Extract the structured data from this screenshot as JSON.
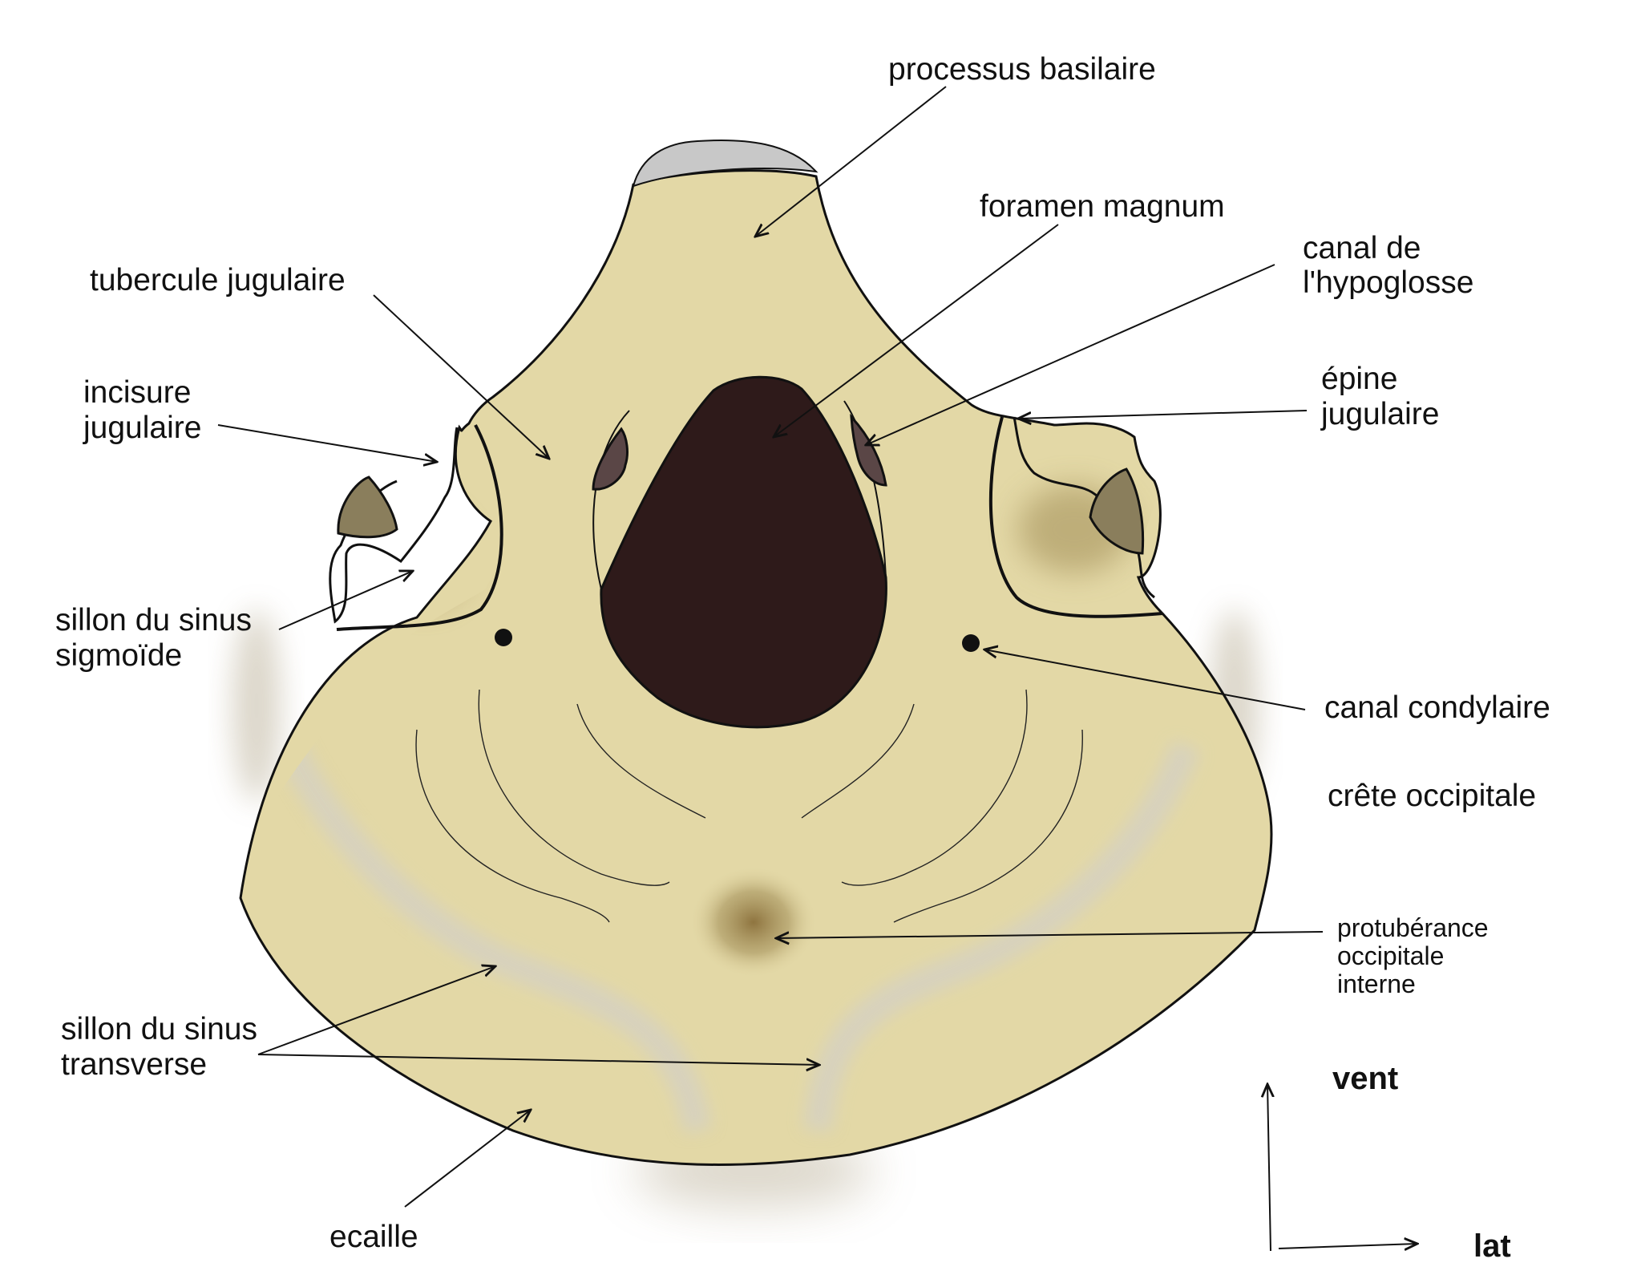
{
  "labels": {
    "processus_basilaire": "processus basilaire",
    "foramen_magnum": "foramen magnum",
    "canal_hypoglosse": [
      "canal de",
      "l'hypoglosse"
    ],
    "tubercule_jugulaire": "tubercule jugulaire",
    "incisure_jugulaire": [
      "incisure",
      "jugulaire"
    ],
    "epine_jugulaire": [
      "épine",
      "jugulaire"
    ],
    "sillon_sinus_sigmoide": [
      "sillon du sinus",
      "sigmoïde"
    ],
    "canal_condylaire": "canal condylaire",
    "crete_occipitale": "crête occipitale",
    "protuberance_occipitale_interne": [
      "protubérance",
      "occipitale",
      "interne"
    ],
    "sillon_sinus_transverse": [
      "sillon du sinus",
      "transverse"
    ],
    "ecaille": "ecaille"
  },
  "orientation": {
    "up": "vent",
    "right": "lat"
  },
  "colors": {
    "bone": "#e3d8a6",
    "foramen": "#2e1a1a",
    "hypoglossal_canal": "#5a4646",
    "process_tip": "#8a7e5c",
    "groove_light": "#d6d1c1",
    "shadow": "#a08c55",
    "outline": "#111111"
  }
}
